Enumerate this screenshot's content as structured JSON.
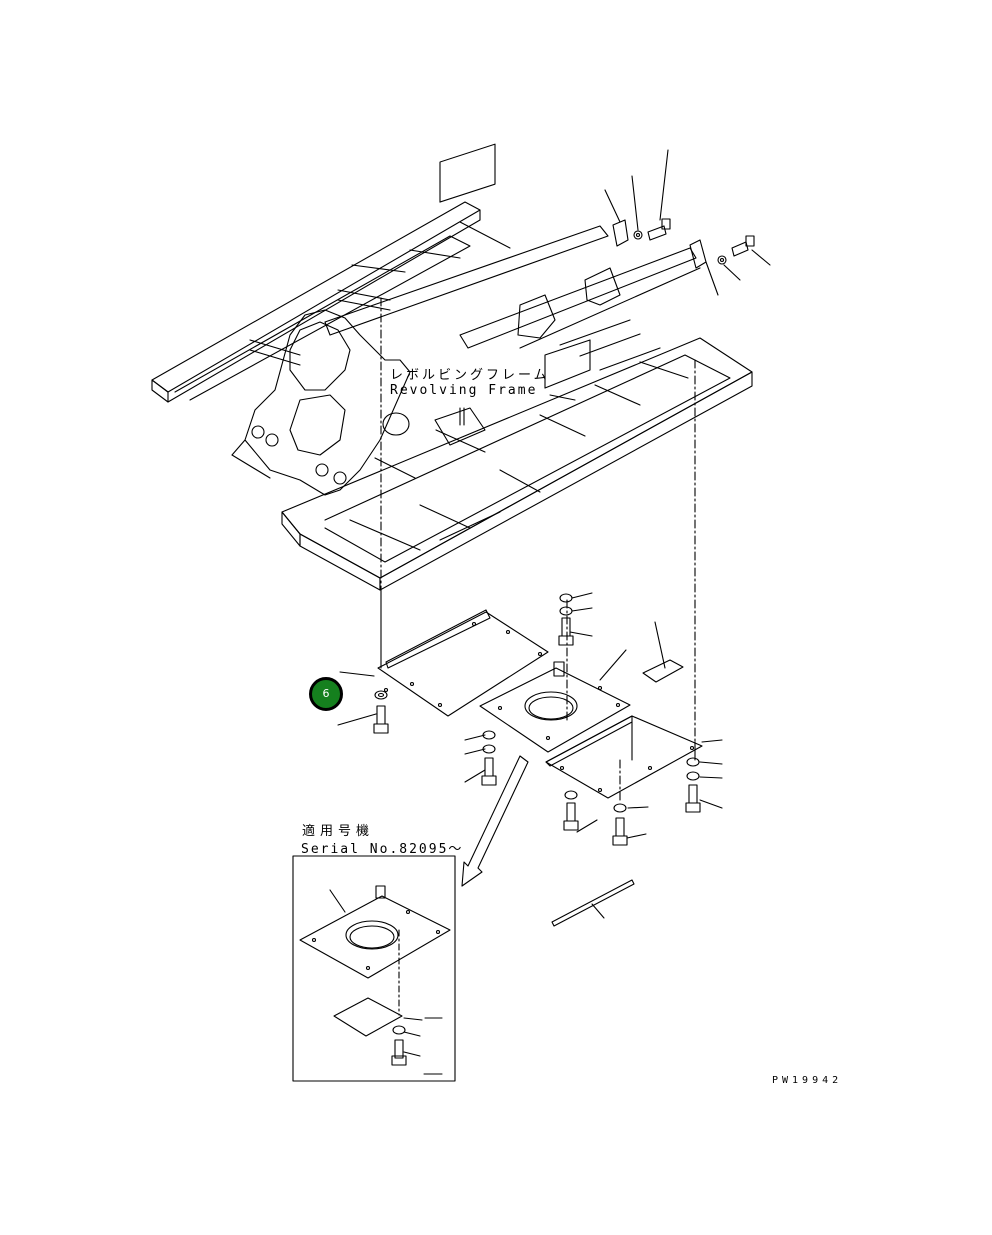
{
  "diagram": {
    "frame_label_jp": "レボルビングフレーム",
    "frame_label_en": "Revolving Frame",
    "applicability_label_jp": "適用号機",
    "applicability_label_en": "Serial No.82095～",
    "drawing_number": "PW19942"
  },
  "callouts": [
    {
      "label": "6",
      "color": "#15801e"
    }
  ]
}
